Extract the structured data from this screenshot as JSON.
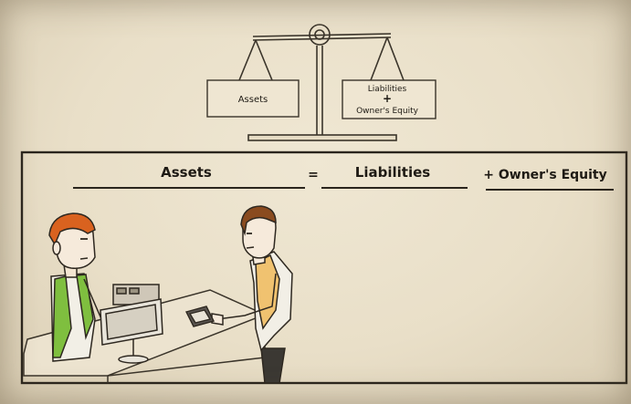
{
  "scale": {
    "left_pan_label": "Assets",
    "right_pan_line1": "Liabilities",
    "right_pan_plus": "+",
    "right_pan_line2": "Owner's Equity"
  },
  "equation": {
    "assets": "Assets",
    "equals": "=",
    "liabilities": "Liabilities",
    "plus_equity": "+ Owner's Equity"
  },
  "colors": {
    "paper": "#e9dfc8",
    "ink": "#1e1a14",
    "clerk_shirt": "#7fbf3f",
    "clerk_hair": "#d9621f",
    "customer_shirt": "#f0c270",
    "customer_hair": "#8a4b1f"
  },
  "illustration": {
    "clerk": "cashier-clerk",
    "customer": "customer-with-wallet",
    "register": "cash-register-icon"
  }
}
